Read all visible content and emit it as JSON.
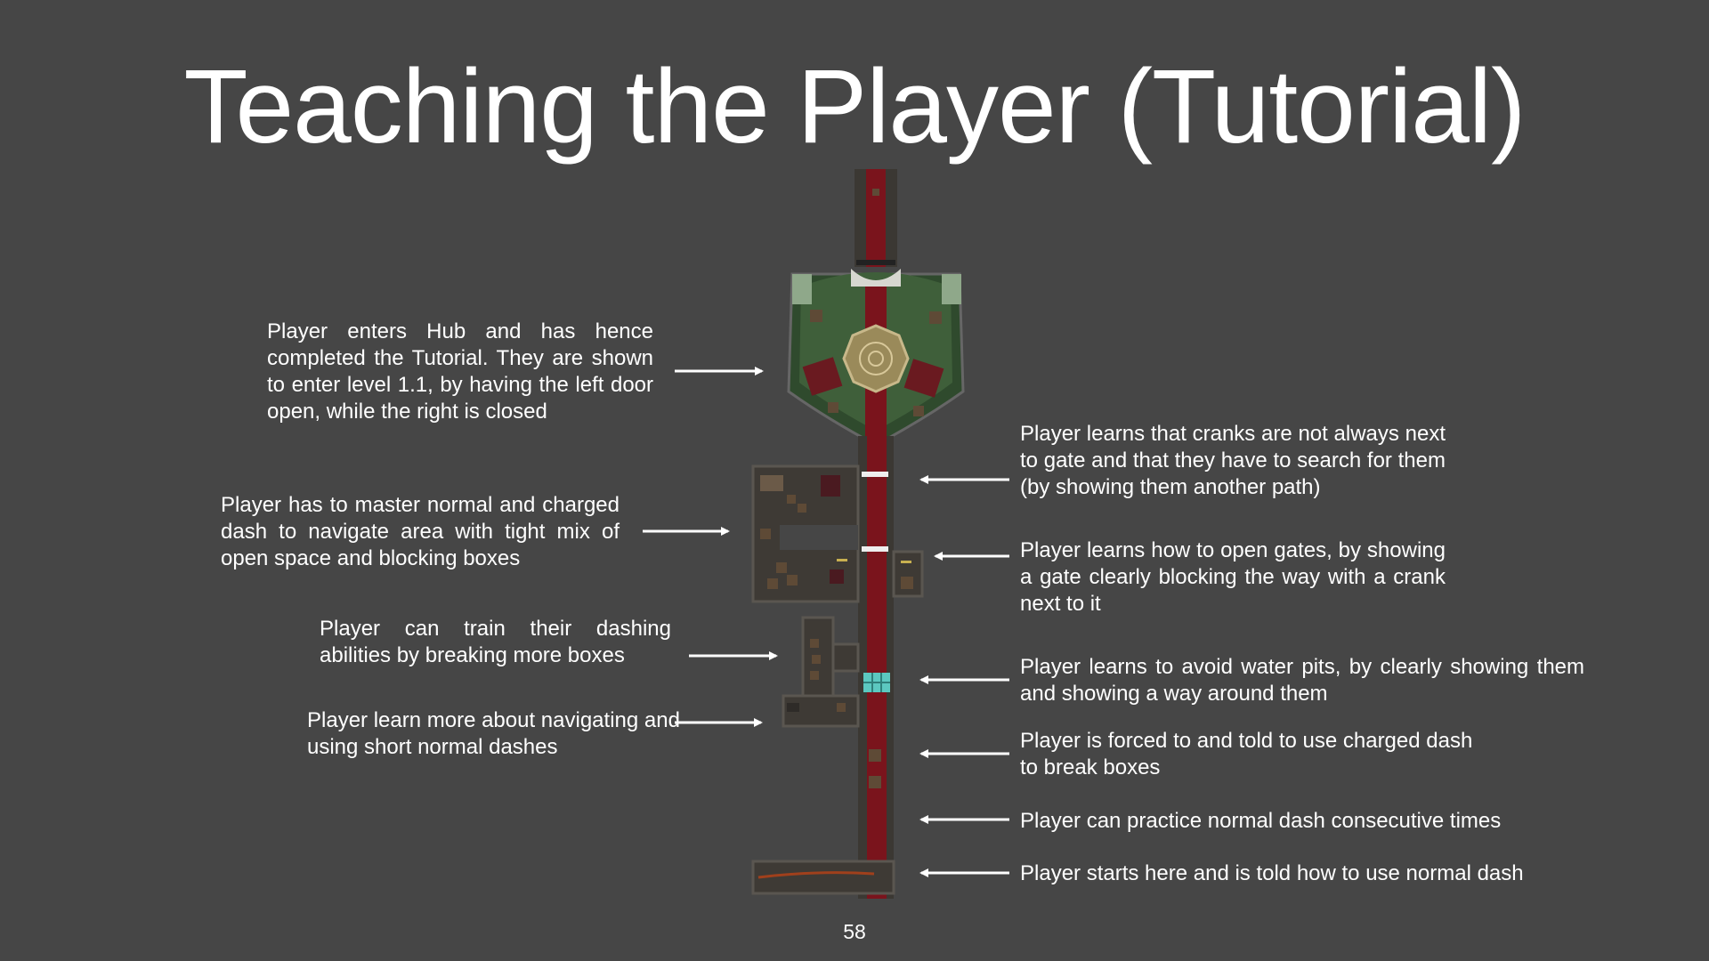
{
  "slide": {
    "title": "Teaching the Player (Tutorial)",
    "page_number": "58"
  },
  "annotations": {
    "hub": "Player enters Hub and has hence completed the Tutorial. They are shown to enter level 1.1, by having the left door open, while the right is closed",
    "dash_area": "Player has to master normal and charged dash to navigate area with tight mix of open space and blocking boxes",
    "train_dash": "Player can train their dashing abilities by breaking more boxes",
    "short_dashes": "Player learn more about navigating and using short normal dashes",
    "cranks_search": "Player learns that cranks are not always next to gate and that they have to search for them (by showing them another path)",
    "open_gates": "Player learns how to open gates, by showing a gate clearly blocking the way with a crank next to it",
    "water_pits": "Player learns to avoid water pits, by clearly showing them and showing a way around them",
    "charged_dash": "Player is forced to and told to use charged dash to break boxes",
    "consecutive_dash": "Player can practice normal dash consecutive times",
    "start": "Player starts here and is told how to use normal dash"
  },
  "colors": {
    "background": "#464646",
    "text": "#ffffff",
    "carpet": "#7a141c",
    "floor": "#3e3a35",
    "hub_grass": "#3f5f3a",
    "water": "#5cc8c0"
  },
  "icons": {
    "arrow_right": "arrow-right-icon",
    "arrow_left": "arrow-left-icon"
  }
}
